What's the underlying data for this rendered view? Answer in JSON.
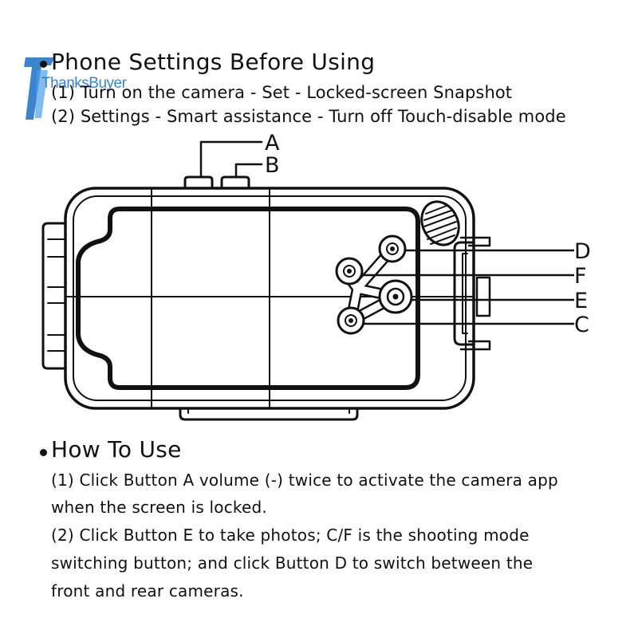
{
  "watermark": {
    "text": "ThanksBuyer",
    "color": "#1a6fc4"
  },
  "section1": {
    "heading": "Phone Settings Before Using",
    "lines": [
      "(1) Turn on the camera - Set - Locked-screen Snapshot",
      "(2) Settings - Smart assistance - Turn off Touch-disable mode"
    ]
  },
  "diagram": {
    "labels": {
      "A": "A",
      "B": "B",
      "C": "C",
      "D": "D",
      "E": "E",
      "F": "F"
    }
  },
  "section2": {
    "heading": "How To Use",
    "lines": [
      "(1) Click Button A volume (-) twice to activate the camera app",
      "when the screen is locked.",
      "(2) Click Button E to take photos; C/F is the shooting mode",
      "switching button; and click Button D to switch between the",
      "front and rear cameras."
    ]
  }
}
